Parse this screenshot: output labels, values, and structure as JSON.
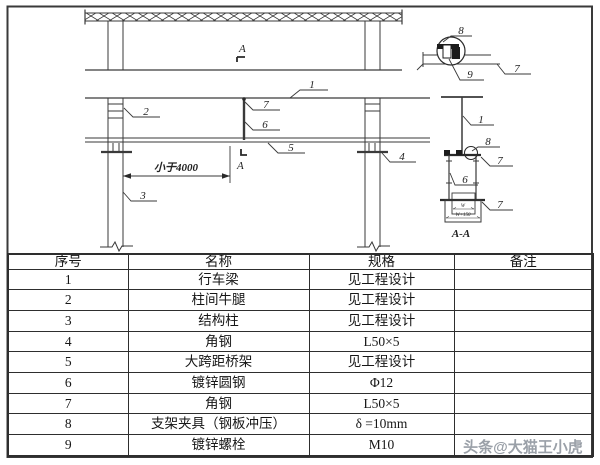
{
  "drawing": {
    "main": {
      "callout_1": "1",
      "callout_2": "2",
      "callout_3": "3",
      "callout_4": "4",
      "callout_5": "5",
      "callout_6": "6",
      "callout_7": "7",
      "section_mark_top": "A",
      "section_mark_bottom": "A",
      "dim_text": "小于4000"
    },
    "clamp_detail": {
      "callout_7": "7",
      "callout_8": "8",
      "callout_9": "9"
    },
    "section_aa": {
      "callout_1": "1",
      "callout_6": "6",
      "callout_7_top": "7",
      "callout_7_bottom": "7",
      "callout_8": "8",
      "dim_w": "W",
      "dim_w150": "W+150",
      "title": "A-A"
    }
  },
  "table": {
    "headers": [
      "序号",
      "名称",
      "规格",
      "备注"
    ],
    "rows": [
      [
        "1",
        "行车梁",
        "见工程设计",
        ""
      ],
      [
        "2",
        "柱间牛腿",
        "见工程设计",
        ""
      ],
      [
        "3",
        "结构柱",
        "见工程设计",
        ""
      ],
      [
        "4",
        "角钢",
        "L50×5",
        ""
      ],
      [
        "5",
        "大跨距桥架",
        "见工程设计",
        ""
      ],
      [
        "6",
        "镀锌圆钢",
        "Φ12",
        ""
      ],
      [
        "7",
        "角钢",
        "L50×5",
        ""
      ],
      [
        "8",
        "支架夹具（钢板冲压）",
        "δ =10mm",
        ""
      ],
      [
        "9",
        "镀锌螺栓",
        "M10",
        ""
      ]
    ]
  },
  "watermark": "头条@大猫王小虎",
  "colors": {
    "line": "#3a3a3a",
    "text": "#161616",
    "watermark": "#9aa0a8"
  }
}
